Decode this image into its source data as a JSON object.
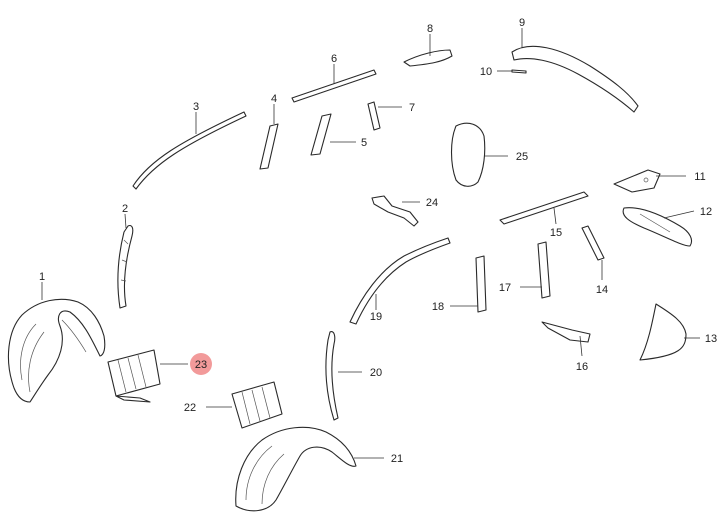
{
  "diagram": {
    "callouts": [
      {
        "id": "1",
        "label": "1"
      },
      {
        "id": "2",
        "label": "2"
      },
      {
        "id": "3",
        "label": "3"
      },
      {
        "id": "4",
        "label": "4"
      },
      {
        "id": "5",
        "label": "5"
      },
      {
        "id": "6",
        "label": "6"
      },
      {
        "id": "7",
        "label": "7"
      },
      {
        "id": "8",
        "label": "8"
      },
      {
        "id": "9",
        "label": "9"
      },
      {
        "id": "10",
        "label": "10"
      },
      {
        "id": "11",
        "label": "11"
      },
      {
        "id": "12",
        "label": "12"
      },
      {
        "id": "13",
        "label": "13"
      },
      {
        "id": "14",
        "label": "14"
      },
      {
        "id": "15",
        "label": "15"
      },
      {
        "id": "16",
        "label": "16"
      },
      {
        "id": "17",
        "label": "17"
      },
      {
        "id": "18",
        "label": "18"
      },
      {
        "id": "19",
        "label": "19"
      },
      {
        "id": "20",
        "label": "20"
      },
      {
        "id": "21",
        "label": "21"
      },
      {
        "id": "22",
        "label": "22"
      },
      {
        "id": "23",
        "label": "23",
        "highlighted": true
      },
      {
        "id": "24",
        "label": "24"
      },
      {
        "id": "25",
        "label": "25"
      }
    ],
    "highlight_color": "#f29a9a"
  }
}
